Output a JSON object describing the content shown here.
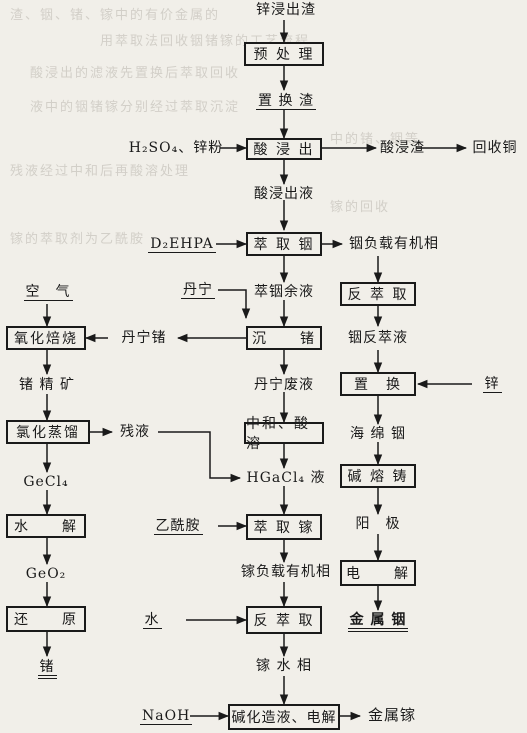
{
  "nodes": {
    "n_zinc_residue": "锌浸出渣",
    "n_pretreat": "预 处 理",
    "n_replace_residue": "置 换 渣",
    "n_h2so4": "H₂SO₄、锌粉",
    "n_acid_leach": "酸 浸 出",
    "n_acid_residue": "酸浸渣",
    "n_recover_cu": "回收铜",
    "n_acid_liquor": "酸浸出液",
    "n_d2ehpa": "D₂EHPA",
    "n_extract_in": "萃 取 铟",
    "n_in_org": "铟负载有机相",
    "n_air": "空　气",
    "n_tannin": "丹宁",
    "n_in_raffinate": "萃铟余液",
    "n_back_extract1": "反 萃 取",
    "n_ox_roast": "氧化焙烧",
    "n_tannin_ge": "丹宁锗",
    "n_precip_ge": "沉　　锗",
    "n_in_strip": "铟反萃液",
    "n_ge_conc": "锗 精 矿",
    "n_tannin_waste": "丹宁废液",
    "n_replace": "置　换",
    "n_zinc": "锌",
    "n_chlor_distill": "氯化蒸馏",
    "n_residual": "残液",
    "n_neutral": "中和、酸溶",
    "n_sponge_in": "海 绵 铟",
    "n_gecl4": "GeCl₄",
    "n_hgacl4": "HGaCl₄ 液",
    "n_alkali_cast": "碱 熔 铸",
    "n_hydrolysis": "水　　解",
    "n_acetamide": "乙酰胺",
    "n_extract_ga": "萃 取 镓",
    "n_anode": "阳　极",
    "n_geo2": "GeO₂",
    "n_ga_org": "镓负载有机相",
    "n_electrolysis": "电　　解",
    "n_reduce": "还　　原",
    "n_water": "水",
    "n_back_extract2": "反 萃 取",
    "n_metal_in": "金 属 铟",
    "n_germanium": "锗",
    "n_ga_aqueous": "镓 水 相",
    "n_naoh": "NaOH",
    "n_final": "碱化造液、电解",
    "n_metal_ga": "金属镓"
  },
  "colors": {
    "ink": "#1a1a1a",
    "paper": "#f1efe9"
  }
}
